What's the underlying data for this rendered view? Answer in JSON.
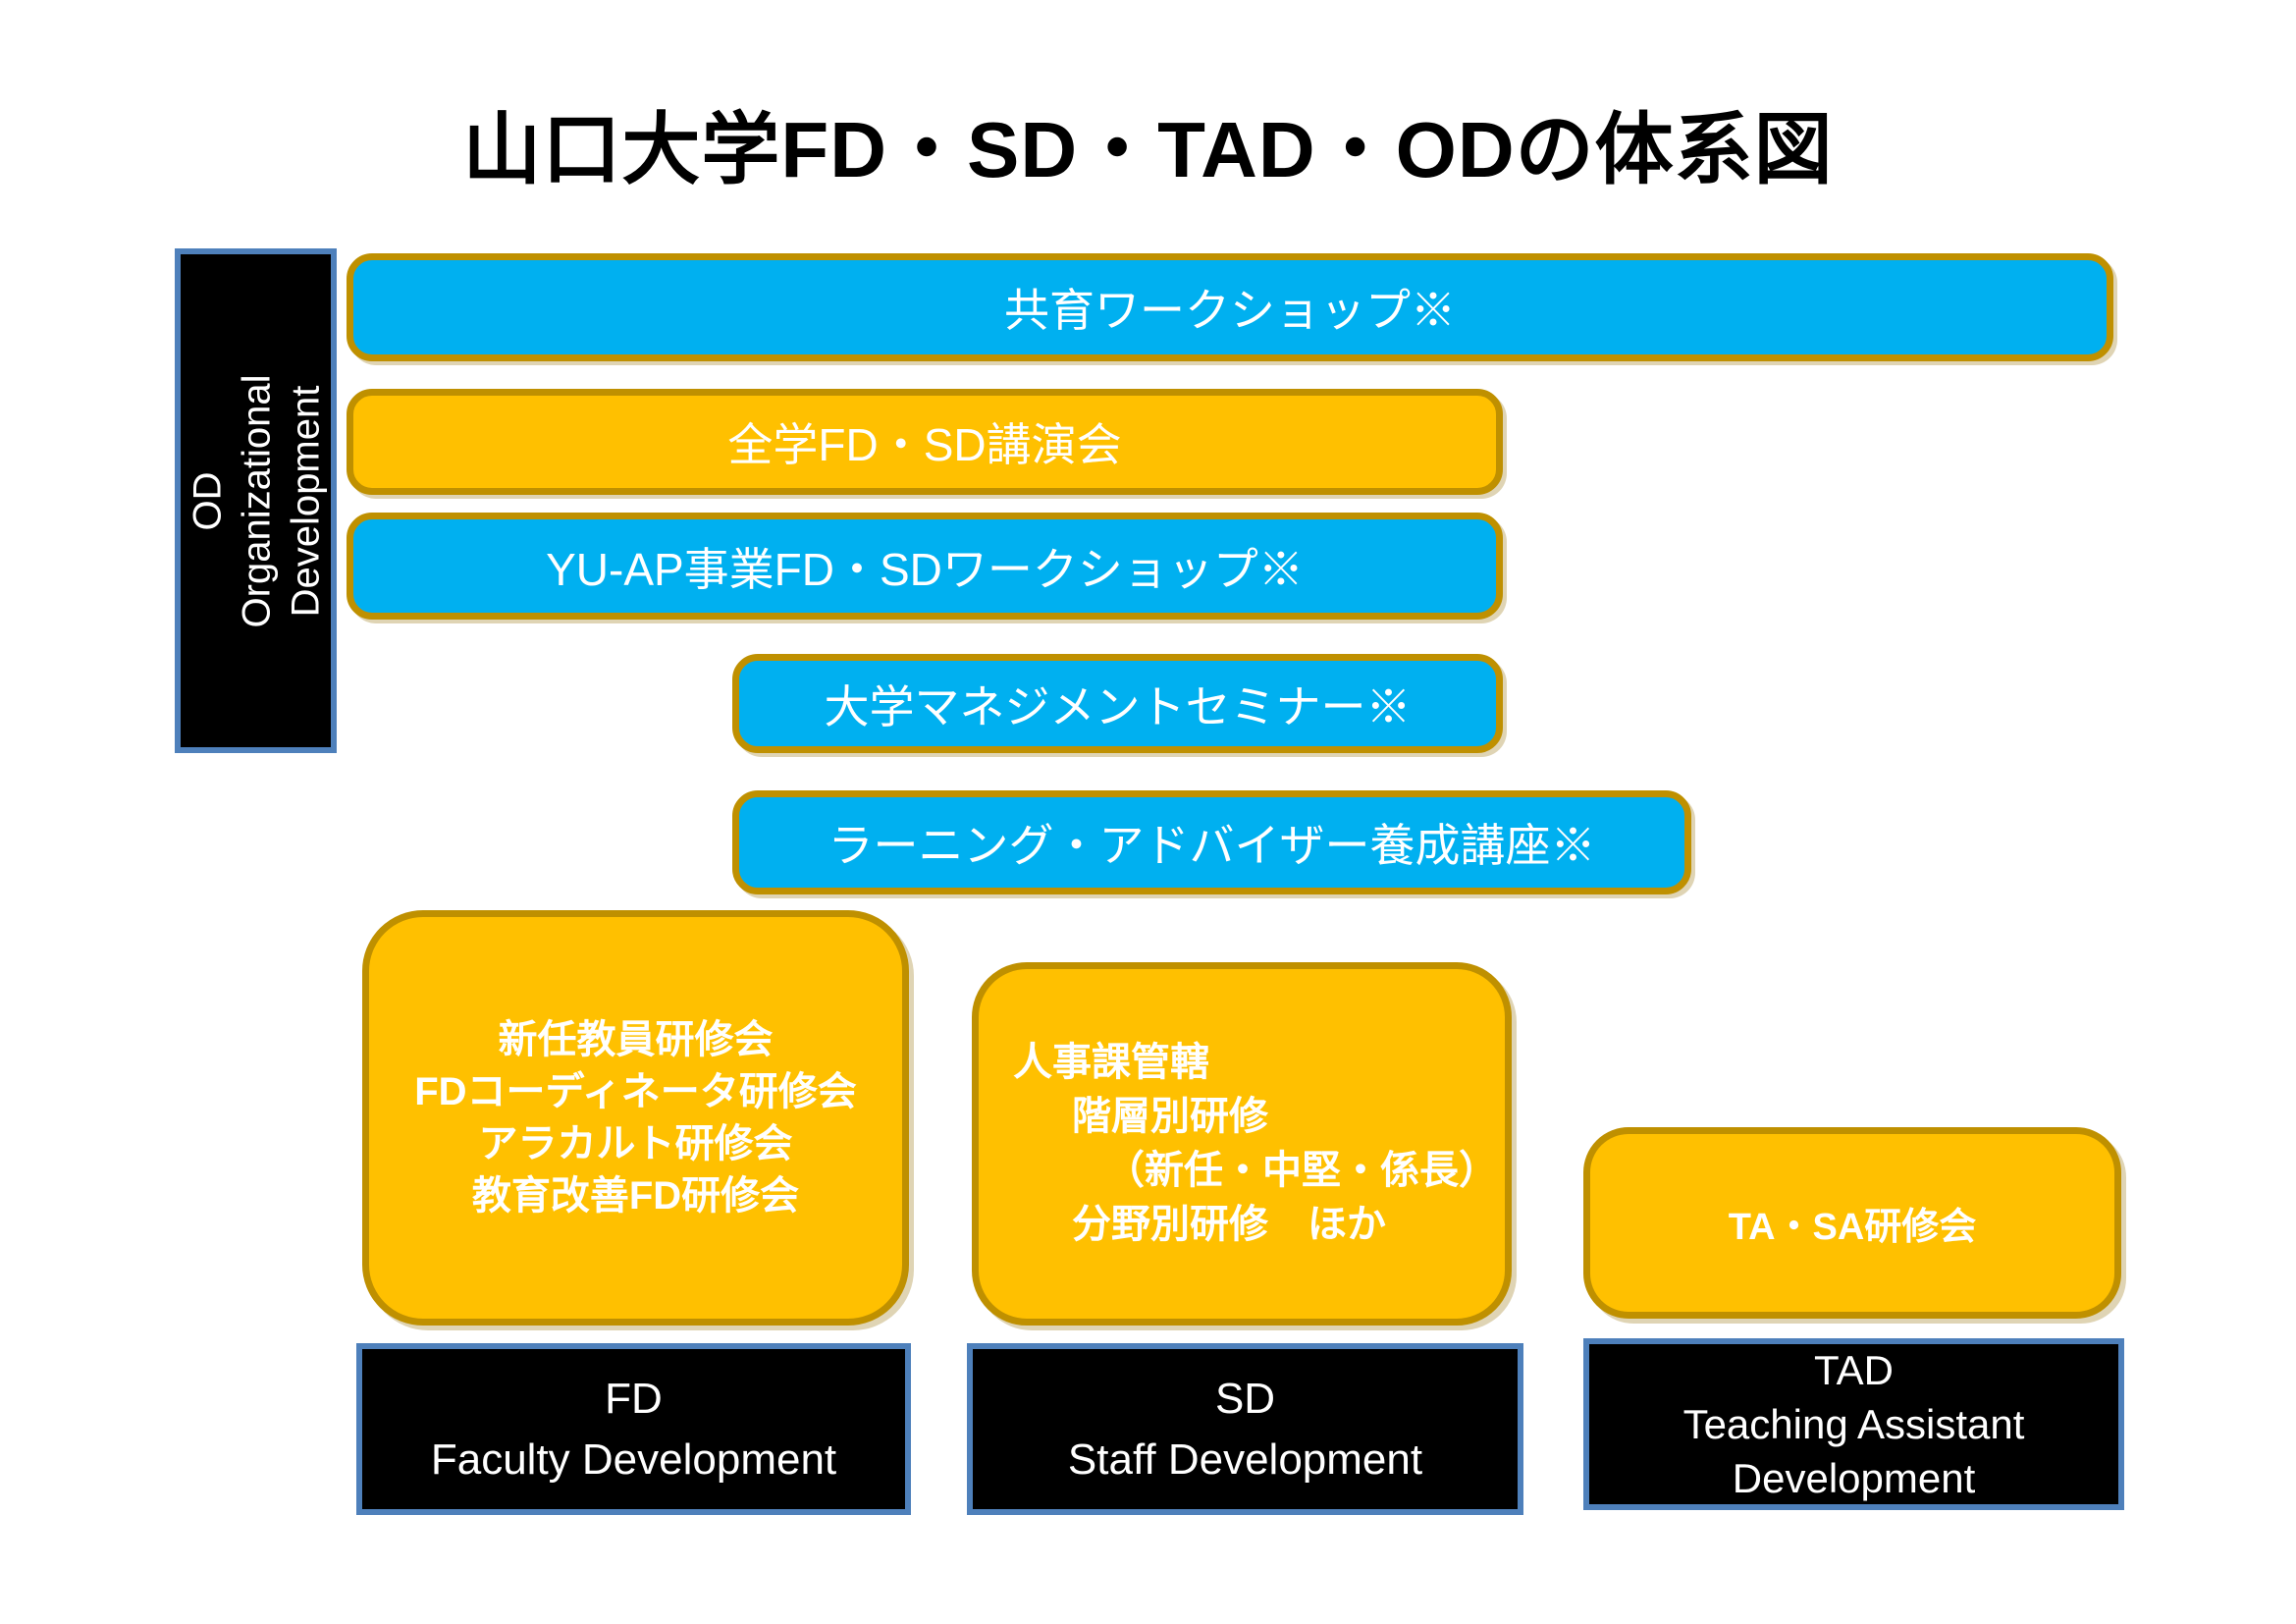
{
  "title": "山口大学FD・SD・TAD・ODの体系図",
  "colors": {
    "bar_blue": "#00B0F0",
    "bar_orange": "#FFC000",
    "gold_border": "#BF9000",
    "black_box_fill": "#000000",
    "black_box_border": "#4E80BB",
    "text_white": "#FFFFFF",
    "title_black": "#000000"
  },
  "od_column": {
    "lines": [
      "OD",
      "Organizational",
      "Development"
    ]
  },
  "bars": [
    {
      "label": "共育ワークショップ※",
      "color": "blue"
    },
    {
      "label": "全学FD・SD講演会",
      "color": "orange"
    },
    {
      "label": "YU-AP事業FD・SDワークショップ※",
      "color": "blue"
    },
    {
      "label": "大学マネジメントセミナー※",
      "color": "blue"
    },
    {
      "label": "ラーニング・アドバイザー養成講座※",
      "color": "blue"
    }
  ],
  "fd_group": {
    "items": [
      "新任教員研修会",
      "FDコーディネータ研修会",
      "アラカルト研修会",
      "教育改善FD研修会"
    ],
    "footer_lines": [
      "FD",
      "Faculty Development"
    ]
  },
  "sd_group": {
    "items": [
      "人事課管轄",
      "階層別研修",
      "（新任・中堅・係長）",
      "分野別研修　ほか"
    ],
    "footer_lines": [
      "SD",
      "Staff Development"
    ]
  },
  "tad_group": {
    "items": [
      "TA・SA研修会"
    ],
    "footer_lines": [
      "TAD",
      "Teaching Assistant",
      "Development"
    ]
  }
}
